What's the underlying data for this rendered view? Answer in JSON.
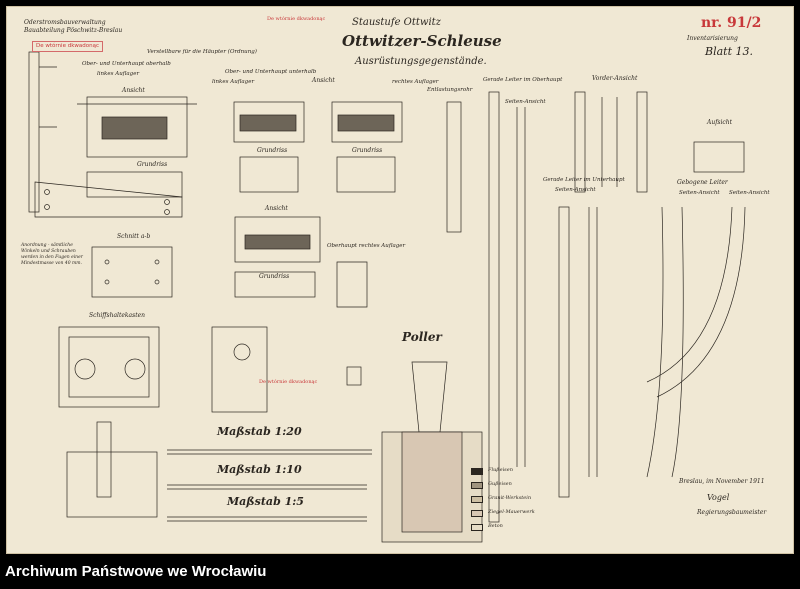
{
  "header": {
    "authority_line1": "Oderstromsbauverwaltung",
    "authority_line2": "Bauabteilung Pöschwitz-Breslau",
    "stamp_text": "De wtórnie dkwadonąc",
    "stamp2_text": "De wtórnie dkwadonąc",
    "title_top": "Staustufe Ottwitz",
    "title_main": "Ottwitzer-Schleuse",
    "title_sub": "Ausrüstungsgegenstände.",
    "archive_number": "nr. 91/2",
    "inventory_label": "Inventarisierung",
    "sheet_label": "Blatt 13."
  },
  "labels": {
    "verstellbare": "Verstellbare für die Häupter (Ordnung)",
    "ober_unterhaupt_oberhalb": "Ober- und Unterhaupt oberhalb",
    "linkes_auflager_1": "linkes Auflager",
    "ansicht_1": "Ansicht",
    "grundriss_1": "Grundriss",
    "ober_unterhaupt_unterhalb": "Ober- und Unterhaupt unterhalb",
    "linkes_auflager_2": "linkes Auflager",
    "ansicht_2": "Ansicht",
    "rechtes_auflager": "rechtes Auflager",
    "grundriss_2": "Grundriss",
    "grundriss_3": "Grundriss",
    "entlastungsrohr": "Entlastungsrohr",
    "gerade_leiter_oberhaupt": "Gerade Leiter im Oberhaupt",
    "seiten_ansicht_1": "Seiten-Ansicht",
    "vorder_ansicht": "Vorder-Ansicht",
    "aufsicht": "Aufsicht",
    "gerade_leiter_unterhaupt": "Gerade Leiter im Unterhaupt",
    "seiten_ansicht_2": "Seiten-Ansicht",
    "gebogene_leiter": "Gebogene Leiter",
    "seiten_ansicht_3": "Seiten-Ansicht",
    "seiten_ansicht_4": "Seiten-Ansicht",
    "schnitt_ab": "Schnitt a-b",
    "anordnung_note": "Anordnung - sämtliche Winkeln und Schrauben werden in den Fugen einer Mindestmasse von 40 mm.",
    "ansicht_3": "Ansicht",
    "oberhaupt_rechtes": "Oberhaupt rechtes Auflager",
    "grundriss_4": "Grundriss",
    "schiffshaltekasten": "Schiffshaltekasten",
    "poller": "Poller",
    "massstab_1_20": "Maßstab 1:20",
    "massstab_1_10": "Maßstab 1:10",
    "massstab_1_5": "Maßstab 1:5",
    "place_date": "Breslau, im November 1911",
    "signature": "Vogel",
    "role": "Regierungsbaumeister"
  },
  "legend": [
    {
      "label": "Flußeisen",
      "fill": "#2b2620"
    },
    {
      "label": "Gußeisen",
      "fill": "#a09480"
    },
    {
      "label": "Granit-Werkstein",
      "fill": "#cdbfa3"
    },
    {
      "label": "Ziegel-Mauerwerk",
      "fill": "#d8c7b3"
    },
    {
      "label": "Beton",
      "fill": "#e6dcc6"
    }
  ],
  "footer": {
    "archive_name": "Archiwum Państwowe we Wrocławiu"
  },
  "colors": {
    "paper": "#f0e8d4",
    "ink": "#2b2620",
    "stamp_red": "#c8383a",
    "footer_bg": "#000000",
    "footer_text": "#ffffff"
  }
}
